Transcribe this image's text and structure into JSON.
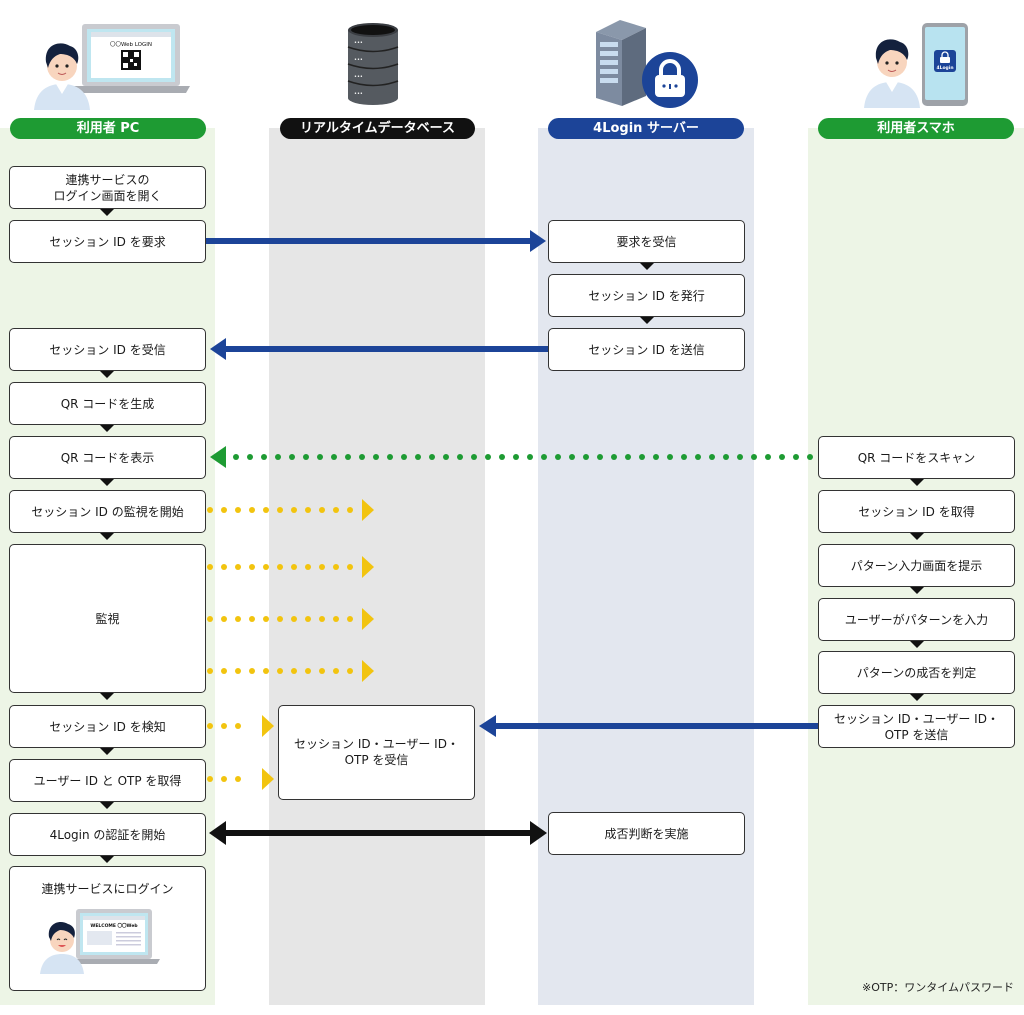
{
  "lanes": [
    {
      "id": "pc",
      "label": "利用者 PC",
      "color": "#1e9b33"
    },
    {
      "id": "db",
      "label": "リアルタイムデータベース",
      "color": "#111111"
    },
    {
      "id": "server",
      "label": "4Login サーバー",
      "color": "#1c4498"
    },
    {
      "id": "smartphone",
      "label": "利用者スマホ",
      "color": "#1e9b33"
    }
  ],
  "illustrations": {
    "pc_screen_title": "〇〇Web LOGIN",
    "phone_app_label": "4Login",
    "final_screen_title": "WELCOME 〇〇Web"
  },
  "pc_steps": [
    "連携サービスの\nログイン画面を開く",
    "セッション ID を要求",
    "セッション ID を受信",
    "QR コードを生成",
    "QR コードを表示",
    "セッション ID の監視を開始",
    "監視",
    "セッション ID を検知",
    "ユーザー ID と OTP を取得",
    "4Login の認証を開始",
    "連携サービスにログイン"
  ],
  "db_steps": [
    "セッション ID・ユーザー ID・\nOTP を受信"
  ],
  "server_steps": [
    "要求を受信",
    "セッション ID を発行",
    "セッション ID を送信",
    "成否判断を実施"
  ],
  "smartphone_steps": [
    "QR コードをスキャン",
    "セッション ID を取得",
    "パターン入力画面を提示",
    "ユーザーがパターンを入力",
    "パターンの成否を判定",
    "セッション ID・ユーザー ID・\nOTP を送信"
  ],
  "arrow_colors": {
    "request": "#1c4498",
    "qr_scan": "#1e9b33",
    "monitor": "#f2c40f",
    "auth": "#111111"
  },
  "footnote": "※OTP：ワンタイムパスワード"
}
